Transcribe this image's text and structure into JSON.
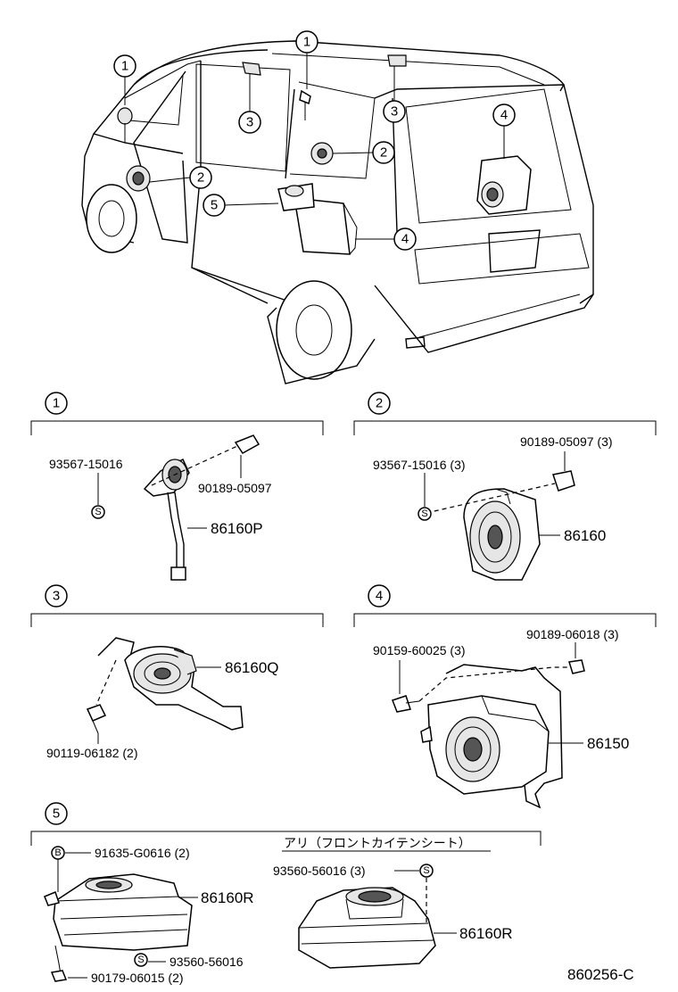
{
  "overview": {
    "callouts": [
      "1",
      "1",
      "2",
      "2",
      "3",
      "3",
      "4",
      "4",
      "5"
    ]
  },
  "sections": [
    {
      "number": "1",
      "labels": [
        "93567-15016",
        "90189-05097",
        "86160P"
      ]
    },
    {
      "number": "2",
      "labels": [
        "93567-15016 (3)",
        "90189-05097 (3)",
        "86160"
      ]
    },
    {
      "number": "3",
      "labels": [
        "86160Q",
        "90119-06182 (2)"
      ]
    },
    {
      "number": "4",
      "labels": [
        "90159-60025 (3)",
        "90189-06018 (3)",
        "86150"
      ]
    },
    {
      "number": "5",
      "heading": "アリ（フロントカイテンシート）",
      "labels": [
        "91635-G0616 (2)",
        "86160R",
        "93560-56016",
        "90179-06015 (2)",
        "93560-56016 (3)",
        "86160R"
      ]
    }
  ],
  "symbols": {
    "s": "S",
    "b": "B"
  },
  "diagram_code": "860256-C"
}
